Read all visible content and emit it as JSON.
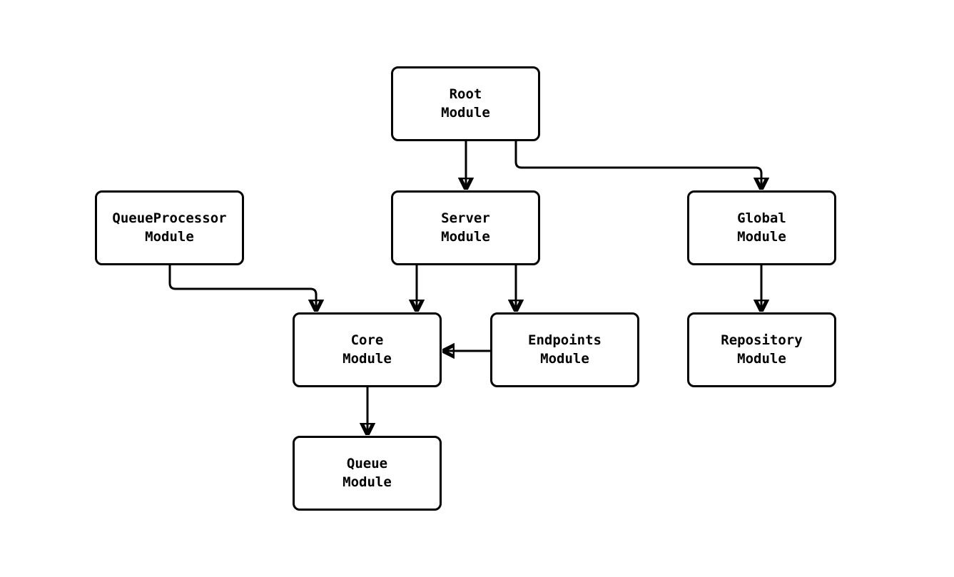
{
  "diagram": {
    "type": "module-dependency-graph",
    "background_color": "#ffffff",
    "stroke_color": "#000000",
    "box_fill_color": "#ffffff",
    "nodes": [
      {
        "id": "root",
        "label": "Root\nModule"
      },
      {
        "id": "queueprocessor",
        "label": "QueueProcessor\nModule"
      },
      {
        "id": "server",
        "label": "Server\nModule"
      },
      {
        "id": "global",
        "label": "Global\nModule"
      },
      {
        "id": "core",
        "label": "Core\nModule"
      },
      {
        "id": "endpoints",
        "label": "Endpoints\nModule"
      },
      {
        "id": "repository",
        "label": "Repository\nModule"
      },
      {
        "id": "queue",
        "label": "Queue\nModule"
      }
    ],
    "edges": [
      {
        "from": "Root Module",
        "to": "Server Module"
      },
      {
        "from": "Root Module",
        "to": "Global Module"
      },
      {
        "from": "QueueProcessor Module",
        "to": "Core Module"
      },
      {
        "from": "Server Module",
        "to": "Core Module"
      },
      {
        "from": "Server Module",
        "to": "Endpoints Module"
      },
      {
        "from": "Endpoints Module",
        "to": "Core Module"
      },
      {
        "from": "Core Module",
        "to": "Queue Module"
      },
      {
        "from": "Global Module",
        "to": "Repository Module"
      }
    ]
  }
}
